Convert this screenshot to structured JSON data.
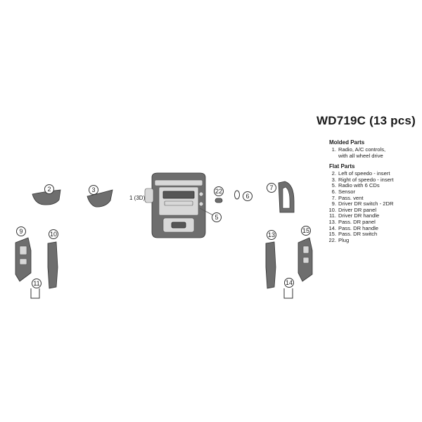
{
  "kit": {
    "title": "WD719C (13 pcs)"
  },
  "legend": {
    "sections": [
      {
        "heading": "Molded Parts",
        "items": [
          {
            "num": "1.",
            "desc": "Radio, A/C controls,\nwith all wheel drive"
          }
        ]
      },
      {
        "heading": "Flat Parts",
        "items": [
          {
            "num": "2.",
            "desc": "Left of speedo - insert"
          },
          {
            "num": "3.",
            "desc": "Right of speedo - insert"
          },
          {
            "num": "5.",
            "desc": "Radio with 6 CDs"
          },
          {
            "num": "6.",
            "desc": "Sensor"
          },
          {
            "num": "7.",
            "desc": "Pass. vent"
          },
          {
            "num": "9.",
            "desc": "Driver DR switch - 2DR"
          },
          {
            "num": "10.",
            "desc": "Driver DR panel"
          },
          {
            "num": "11.",
            "desc": "Driver DR handle"
          },
          {
            "num": "13.",
            "desc": "Pass. DR panel"
          },
          {
            "num": "14.",
            "desc": "Pass. DR handle"
          },
          {
            "num": "15.",
            "desc": "Pass. DR switch"
          },
          {
            "num": "22.",
            "desc": "Plug"
          }
        ]
      }
    ]
  },
  "callouts": {
    "c1": "1 (3D)",
    "c2": "2",
    "c3": "3",
    "c5": "5",
    "c6": "6",
    "c7": "7",
    "c9": "9",
    "c10": "10",
    "c11": "11",
    "c13": "13",
    "c14": "14",
    "c15": "15",
    "c22": "22"
  },
  "colors": {
    "trim": "#6e6e6e",
    "trim_dark": "#555555",
    "outline": "#333333",
    "background": "#ffffff"
  }
}
